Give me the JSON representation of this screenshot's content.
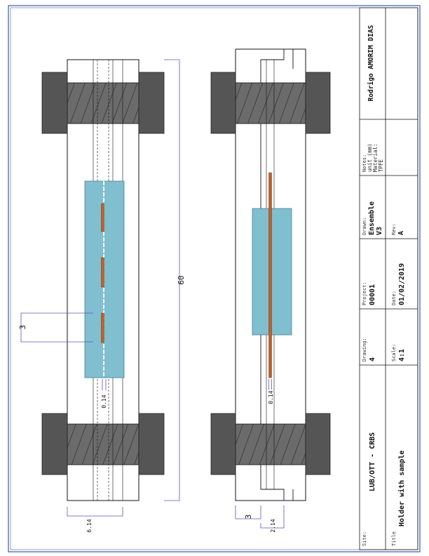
{
  "colors": {
    "border": "#3a5ba8",
    "clamp": "#555555",
    "hatch_block": "#6b6b6b",
    "sample": "#7fbfcf",
    "fiber": "#c0602a",
    "dimension": "#6a4fb5"
  },
  "dimensions": {
    "width_left": "6.14",
    "gap_left": "0.14",
    "pitch": "3",
    "overall_length": "60",
    "gap_right": "0.14",
    "step": "3",
    "width_right": "2.14"
  },
  "title_block": {
    "site_label": "Site:",
    "site_value": "LUB/OTT - CRBS",
    "title_label": "Title",
    "title_value": "Holder with sample",
    "drawing_label": "Drawing:",
    "drawing_value": "4",
    "scale_label": "Scale:",
    "scale_value": "4:1",
    "project_label": "Project:",
    "project_value": "00001",
    "date_label": "Date:",
    "date_value": "01/02/2019",
    "drawn_label": "Drawn:",
    "drawn_value": "Ensemble",
    "drawn_value2": "V3",
    "rev_label": "Rev:",
    "rev_value": "A",
    "notes_label": "Notes:",
    "notes_line1": "unit (mm)",
    "notes_line2": "Material:",
    "notes_line3": "TPFE",
    "author": "Rodrigo AMORIM DIAS"
  }
}
